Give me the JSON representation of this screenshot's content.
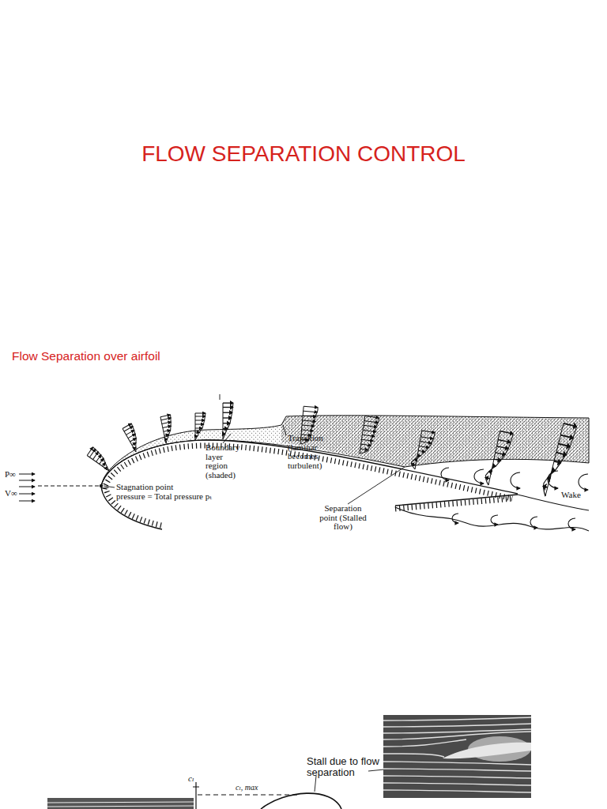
{
  "diagram": {
    "title": "FLOW SEPARATION CONTROL",
    "labels": [
      "Flow Separation over airfoil",
      "P∞",
      "V∞",
      "Boundary layer region (shaded)",
      "Transition (laminar becomes turbulent)",
      "Stagnation point",
      "pressure = Total pressure pₜ",
      "Separation point (Stalled flow)",
      "Wake",
      "Stall due to flow separation",
      "cₗ",
      "cₗ, max"
    ]
  }
}
